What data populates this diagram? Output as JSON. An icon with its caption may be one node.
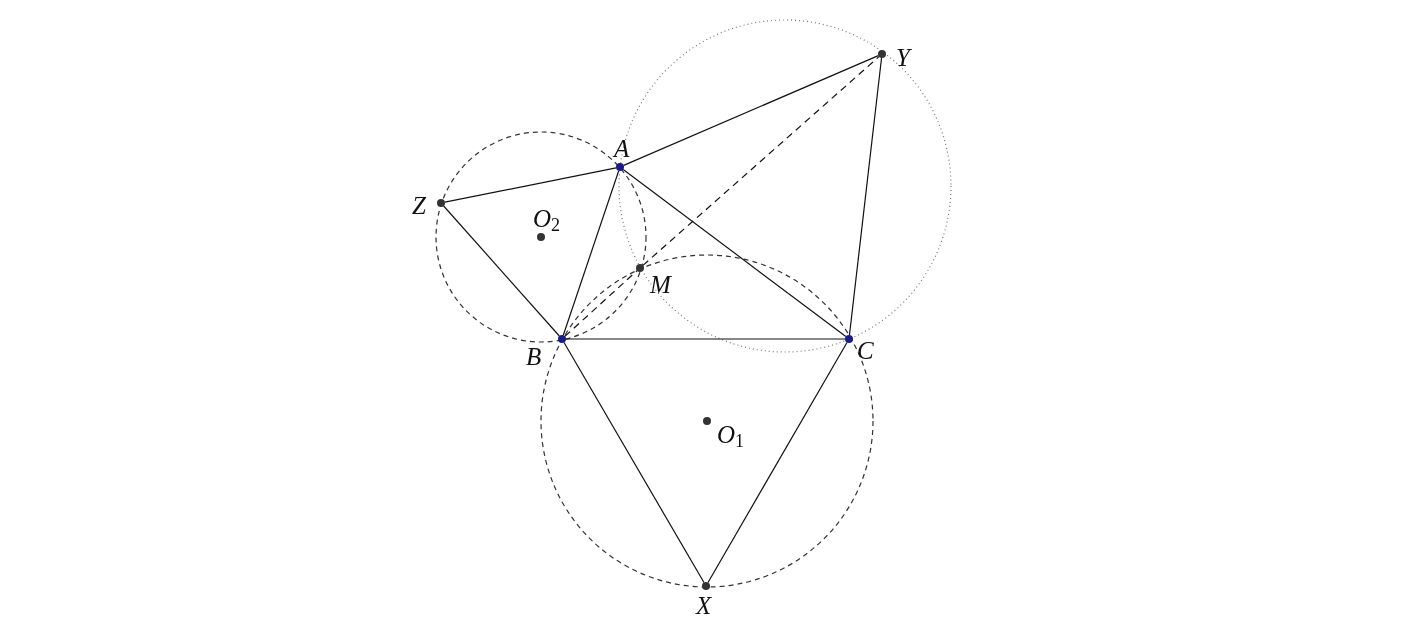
{
  "diagram": {
    "nodes": [
      {
        "text": [
          "A"
        ]
      },
      {
        "text": [
          "B"
        ]
      },
      {
        "text": [
          "C"
        ]
      },
      {
        "text": [
          "X"
        ]
      },
      {
        "text": [
          "Y"
        ]
      },
      {
        "text": [
          "Z"
        ]
      },
      {
        "text": [
          "M"
        ]
      },
      {
        "text": [
          "O$_{1}$"
        ]
      },
      {
        "text": [
          "O$_{2}$"
        ]
      }
    ],
    "edges": [
      {
        "from": 5,
        "to": 0,
        "arrow": "none"
      },
      {
        "from": 0,
        "to": 4,
        "arrow": "none"
      },
      {
        "from": 5,
        "to": 1,
        "arrow": "none"
      },
      {
        "from": 0,
        "to": 1,
        "arrow": "none"
      },
      {
        "from": 0,
        "to": 2,
        "arrow": "none"
      },
      {
        "from": 1,
        "to": 2,
        "arrow": "none"
      },
      {
        "from": 4,
        "to": 2,
        "arrow": "none"
      },
      {
        "from": 1,
        "to": 3,
        "arrow": "none"
      },
      {
        "from": 2,
        "to": 3,
        "arrow": "none"
      },
      {
        "from": 1,
        "to": 6,
        "arrow": "none",
        "style": "dashed"
      },
      {
        "from": 6,
        "to": 4,
        "arrow": "none",
        "style": "dashed"
      }
    ]
  }
}
